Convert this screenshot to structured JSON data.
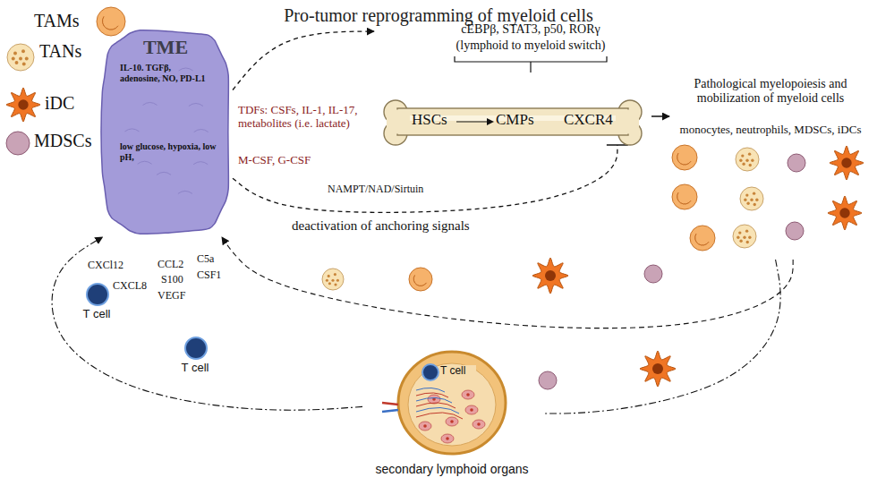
{
  "diagram": {
    "title": "Pro-tumor reprogramming of myeloid cells",
    "nodes": [
      {
        "text": [
          "TME",
          "IL-10. TGFβ, adenosine, NO, PD-L1",
          "low glucose, hypoxia, low pH,"
        ]
      },
      {
        "text": [
          "TAMs"
        ]
      },
      {
        "text": [
          "TANs"
        ]
      },
      {
        "text": [
          "iDC"
        ]
      },
      {
        "text": [
          "MDSCs"
        ]
      },
      {
        "text": [
          "cEBPβ, STAT3, p50, RORγ",
          "(lymphoid to myeloid switch)",
          "HSCs",
          "CMPs",
          "CXCR4"
        ]
      },
      {
        "text": [
          "T cell"
        ]
      },
      {
        "text": [
          "T cell"
        ]
      },
      {
        "text": [
          "T cell",
          "secondary lymphoid organs"
        ]
      },
      {
        "text": [
          "Pathological myelopoiesis and mobilization of myeloid cells",
          "monocytes, neutrophils, MDSCs, iDCs"
        ]
      }
    ],
    "edges": [
      {
        "from": 0,
        "to": 5,
        "arrow": "to"
      },
      {
        "from": 0,
        "to": 5,
        "arrow": "none"
      },
      {
        "from": 5,
        "to": 9,
        "arrow": "to"
      },
      {
        "from": 9,
        "to": 0,
        "arrow": "to"
      },
      {
        "from": 9,
        "to": 8,
        "arrow": "none"
      },
      {
        "from": 8,
        "to": 0,
        "arrow": "to"
      }
    ],
    "labels": [
      "TDFs: CSFs, IL-1, IL-17, metabolites (i.e. lactate)",
      "M-CSF, G-CSF",
      "NAMPT/NAD/Sirtuin",
      "deactivation of anchoring signals",
      "CXCl12",
      "CXCL8",
      "CCL2",
      "S100",
      "VEGF",
      "C5a",
      "CSF1"
    ]
  }
}
